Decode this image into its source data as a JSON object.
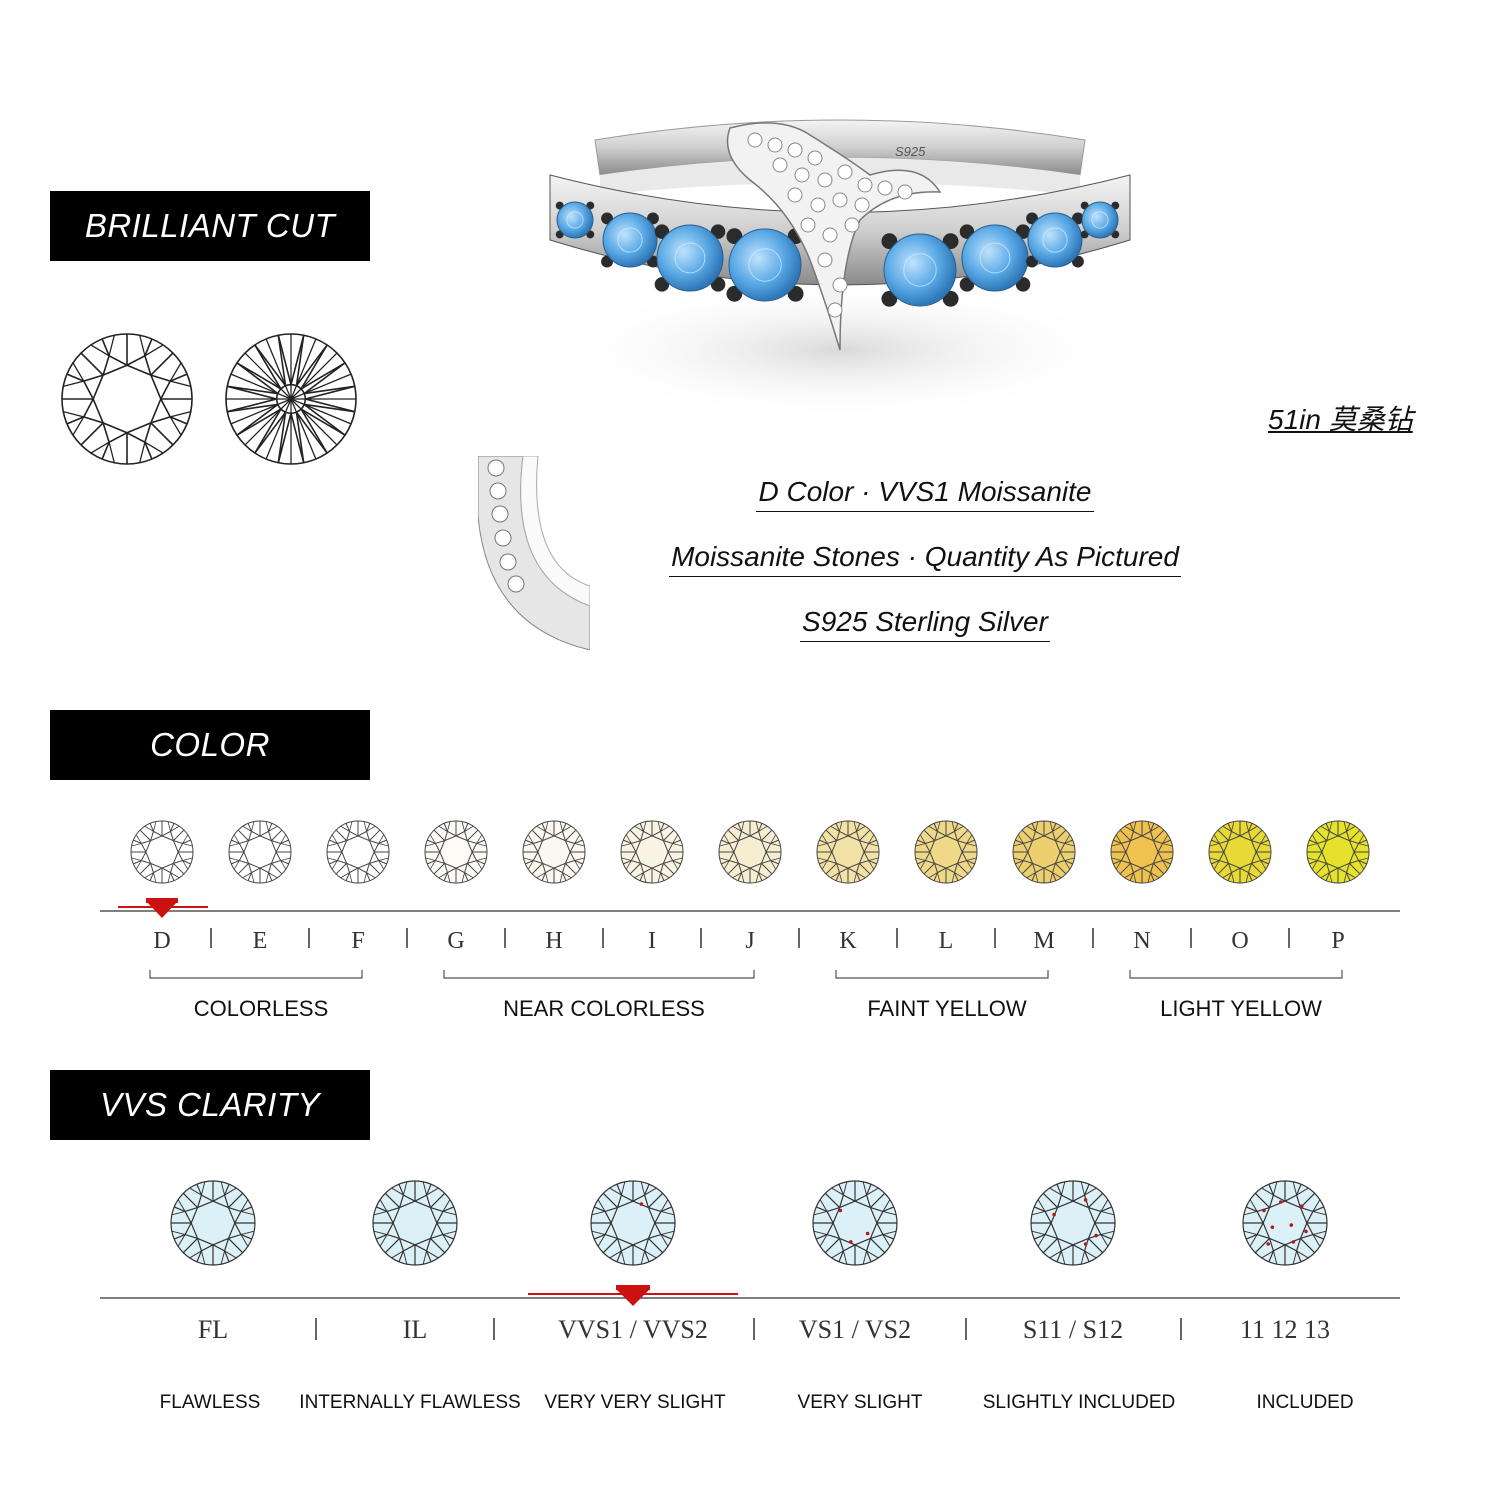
{
  "sections": {
    "cut_title": "BRILLIANT CUT",
    "color_title": "COLOR",
    "clarity_title": "VVS CLARITY"
  },
  "cut_icons": [
    "round-brilliant-crown-icon",
    "round-brilliant-pavilion-icon"
  ],
  "note": "51in 莫桑钻",
  "specs": [
    "D Color · VVS1 Moissanite",
    "Moissanite Stones · Quantity As Pictured",
    "S925 Sterling Silver"
  ],
  "ring": {
    "stamp": "S925",
    "stone_color": "#5aa9e6"
  },
  "color_scale": {
    "grades": [
      "D",
      "E",
      "F",
      "G",
      "H",
      "I",
      "J",
      "K",
      "L",
      "M",
      "N",
      "O",
      "P"
    ],
    "fills": [
      "#ffffff",
      "#ffffff",
      "#ffffff",
      "#fdfbf6",
      "#fbf8ef",
      "#f9f3e3",
      "#f7eed2",
      "#f3e2a6",
      "#f0d889",
      "#ecd070",
      "#efc24f",
      "#e8d936",
      "#e6e22c"
    ],
    "selected": "D",
    "groups": [
      {
        "label": "COLORLESS"
      },
      {
        "label": "NEAR COLORLESS"
      },
      {
        "label": "FAINT YELLOW"
      },
      {
        "label": "LIGHT YELLOW"
      }
    ],
    "marker_color": "#cc1111"
  },
  "clarity_scale": {
    "grades": [
      {
        "code": "FL",
        "label": "FLAWLESS",
        "inclusions": 0
      },
      {
        "code": "IL",
        "label": "INTERNALLY FLAWLESS",
        "inclusions": 0
      },
      {
        "code": "VVS1 / VVS2",
        "label": "VERY VERY SLIGHT",
        "inclusions": 1
      },
      {
        "code": "VS1 / VS2",
        "label": "VERY SLIGHT",
        "inclusions": 3
      },
      {
        "code": "S11 / S12",
        "label": "SLIGHTLY INCLUDED",
        "inclusions": 4
      },
      {
        "code": "11 12 13",
        "label": "INCLUDED",
        "inclusions": 8
      }
    ],
    "selected": "VVS1 / VVS2",
    "stone_fill": "#dcf0f7",
    "inclusion_color": "#b31b1b"
  }
}
